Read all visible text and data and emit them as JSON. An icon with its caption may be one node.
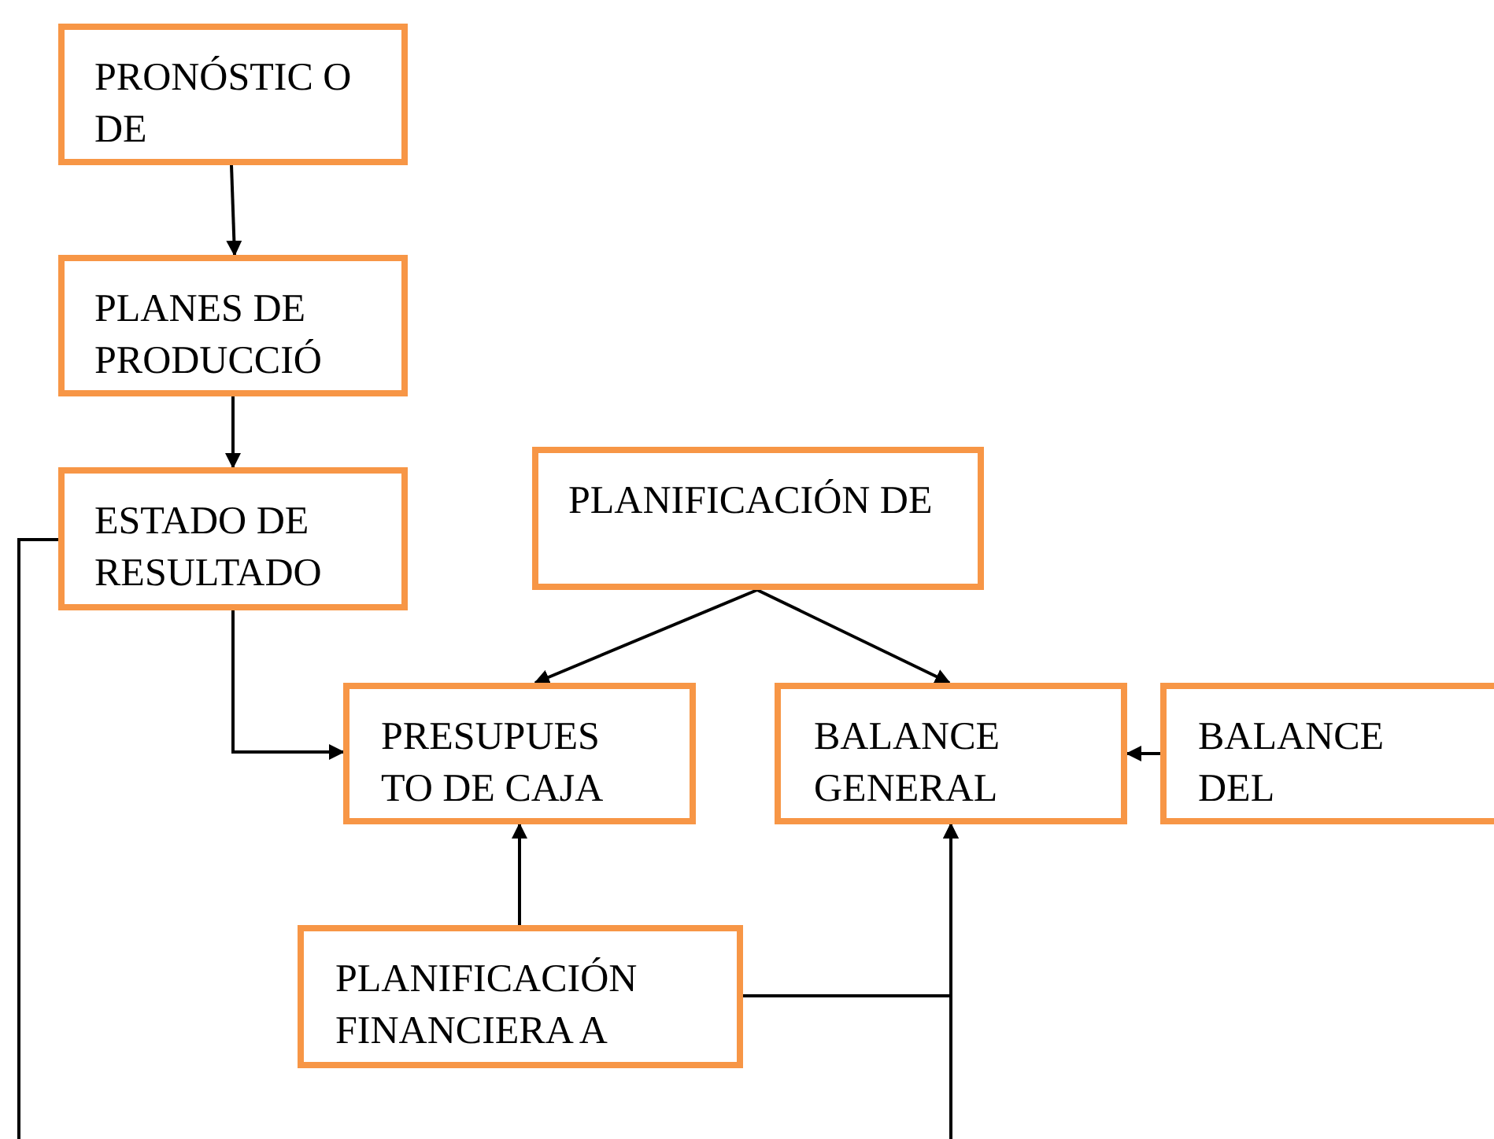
{
  "diagram": {
    "nodes": [
      {
        "text": [
          "PRONÓSTIC O DE"
        ]
      },
      {
        "text": [
          "PLANES DE PRODUCCIÓ"
        ]
      },
      {
        "text": [
          "ESTADO DE RESULTADO"
        ]
      },
      {
        "text": [
          "PLANIFICACIÓN DE"
        ]
      },
      {
        "text": [
          "PRESUPUES TO DE CAJA"
        ]
      },
      {
        "text": [
          "BALANCE GENERAL"
        ]
      },
      {
        "text": [
          "BALANCE DEL"
        ]
      },
      {
        "text": [
          "PLANIFICACIÓN FINANCIERA A"
        ]
      }
    ],
    "edges": [
      {
        "from": 0,
        "to": 1,
        "arrow": "to"
      },
      {
        "from": 1,
        "to": 2,
        "arrow": "to"
      },
      {
        "from": 2,
        "to": 4,
        "arrow": "to"
      },
      {
        "from": 3,
        "to": 4,
        "arrow": "to"
      },
      {
        "from": 3,
        "to": 5,
        "arrow": "to"
      },
      {
        "from": 6,
        "to": 5,
        "arrow": "to"
      },
      {
        "from": 7,
        "to": 4,
        "arrow": "to"
      },
      {
        "from": 7,
        "to": 5,
        "arrow": "to"
      },
      {
        "from": null,
        "to": 5,
        "arrow": "to"
      },
      {
        "from": 2,
        "to": null,
        "arrow": "none"
      }
    ]
  }
}
